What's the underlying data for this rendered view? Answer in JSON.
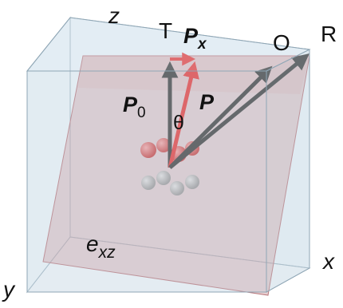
{
  "labels": {
    "axis_z": "z",
    "axis_x": "x",
    "axis_y": "y",
    "T": "T",
    "O": "O",
    "R": "R",
    "Px_main": "P",
    "Px_sub": "x",
    "P0_main": "P",
    "P0_sub": "0",
    "P": "P",
    "theta": "θ",
    "exz_main": "e",
    "exz_sub": "xz"
  },
  "colors": {
    "cube_fill": "#c9dbe6",
    "cube_edge": "#8fa6b5",
    "plane_fill": "#c98c8f",
    "plane_edge": "#b8777c",
    "arrow_dark": "#3c3c3c",
    "arrow_red": "#e23a3a",
    "sphere_red": "#d64848",
    "sphere_gray": "#a9a9a9",
    "text": "#111111"
  }
}
